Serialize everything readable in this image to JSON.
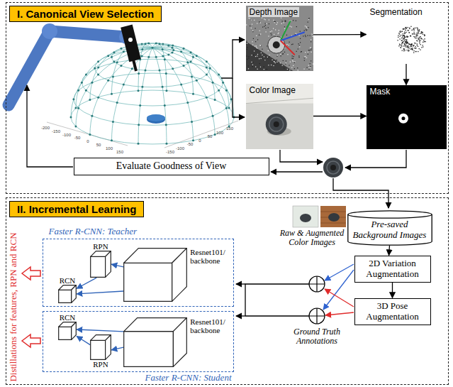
{
  "diagram": {
    "nodes": [
      {
        "text": [
          "I. Canonical View Selection"
        ]
      },
      {
        "text": [
          "Depth Image"
        ],
        "in": 0
      },
      {
        "text": [
          "Segmentation"
        ],
        "in": 0
      },
      {
        "text": [
          "Color Image"
        ],
        "in": 0
      },
      {
        "text": [
          "Mask"
        ],
        "in": 0
      },
      {
        "text": [
          "Evaluate Goodness of View"
        ],
        "in": 0
      },
      {
        "text": [
          "II. Incremental Learning"
        ]
      },
      {
        "text": [
          "Faster R-CNN: Teacher"
        ],
        "in": 6
      },
      {
        "text": [
          "RPN"
        ],
        "in": 7
      },
      {
        "text": [
          "RCN"
        ],
        "in": 7
      },
      {
        "text": [
          "Resnet101/ backbone"
        ],
        "in": 7
      },
      {
        "text": [
          "Faster R-CNN: Student"
        ],
        "in": 6
      },
      {
        "text": [
          "RCN"
        ],
        "in": 11
      },
      {
        "text": [
          "RPN"
        ],
        "in": 11
      },
      {
        "text": [
          "Resnet101/ backbone"
        ],
        "in": 11
      },
      {
        "text": [
          "Pre-saved Background Images"
        ],
        "in": 6
      },
      {
        "text": [
          "2D Variation Augmentation"
        ],
        "in": 6
      },
      {
        "text": [
          "3D Pose Augmentation"
        ],
        "in": 6
      }
    ],
    "edges": [
      {
        "from": 1,
        "to": 2,
        "arrow": "to"
      },
      {
        "from": 2,
        "to": 4,
        "arrow": "to"
      },
      {
        "from": 3,
        "to": 4,
        "arrow": "to"
      },
      {
        "from": 10,
        "to": 8,
        "arrow": "to"
      },
      {
        "from": 10,
        "to": 9,
        "arrow": "to"
      },
      {
        "from": 8,
        "to": 9,
        "arrow": "to"
      },
      {
        "from": 14,
        "to": 13,
        "arrow": "to"
      },
      {
        "from": 14,
        "to": 12,
        "arrow": "to"
      },
      {
        "from": 13,
        "to": 12,
        "arrow": "to"
      },
      {
        "from": 15,
        "to": 16,
        "arrow": "to"
      },
      {
        "from": 16,
        "to": 17,
        "arrow": "to"
      }
    ],
    "labels": [
      "Raw & Augmented Color Images",
      "Ground Truth Annotations",
      "Distillations for features, RPN and RCN",
      "-200",
      "-150",
      "-100",
      "-50",
      "0",
      "50",
      "100",
      "150",
      "-150",
      "-100",
      "-50",
      "0",
      "50",
      "100",
      "150"
    ]
  }
}
